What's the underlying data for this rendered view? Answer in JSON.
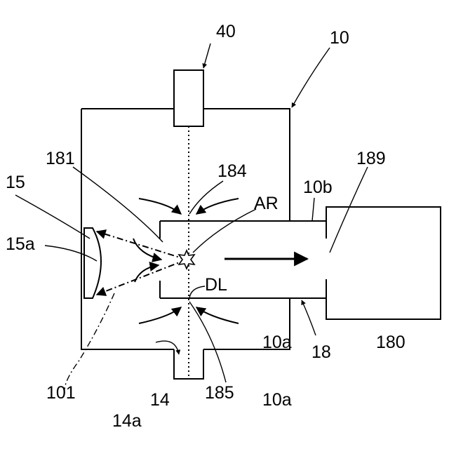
{
  "labels": {
    "l40": "40",
    "l10": "10",
    "l181": "181",
    "l184": "184",
    "l189": "189",
    "l15": "15",
    "l10b": "10b",
    "lAR": "AR",
    "l15a": "15a",
    "lDL": "DL",
    "l18": "18",
    "l180": "180",
    "l10a": "10a",
    "l101": "101",
    "l14": "14",
    "l185": "185",
    "l14a": "14a"
  },
  "colors": {
    "line": "#000000",
    "background": "#ffffff"
  }
}
